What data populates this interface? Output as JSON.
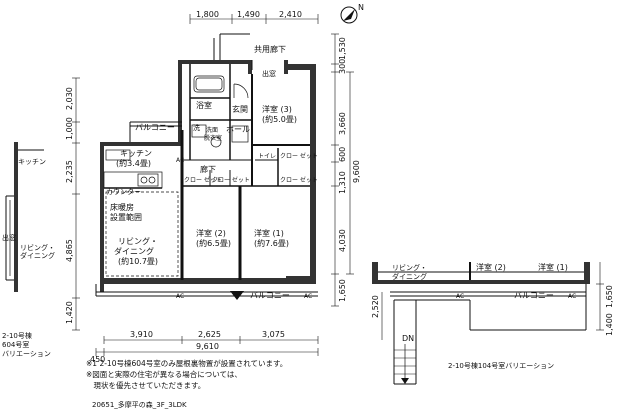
{
  "compass": {
    "label": "N"
  },
  "dims_top": [
    "1,800",
    "1,490",
    "2,410"
  ],
  "dims_left": [
    "2,030",
    "1,000",
    "2,235",
    "4,865",
    "1,420"
  ],
  "dims_right": [
    "1,530",
    "300",
    "3,660",
    "600",
    "1,310",
    "9,600",
    "4,030",
    "1,650"
  ],
  "dims_bottom": {
    "parts": [
      "3,910",
      "2,625",
      "3,075"
    ],
    "total": "9,610",
    "offset": "450"
  },
  "rooms": {
    "corridor_shared": "共用廊下",
    "meter_box": "出窓",
    "entrance": "玄関",
    "hall": "ホール",
    "bath": "浴室",
    "wash": "洗",
    "washroom_l1": "洗面",
    "washroom_l2": "脱衣室",
    "balcony_top": "バルコニー",
    "kitchen": "キッチン",
    "kitchen_size": "(約3.4畳)",
    "counter": "カウンター",
    "floor_heat_l1": "床暖房",
    "floor_heat_l2": "設置範囲",
    "ld_l1": "リビング・",
    "ld_l2": "ダイニング",
    "ld_size": "(約10.7畳)",
    "bed1": "洋室 (1)",
    "bed1_size": "(約7.6畳)",
    "bed2": "洋室 (2)",
    "bed2_size": "(約6.5畳)",
    "bed3": "洋室 (3)",
    "bed3_size": "(約5.0畳)",
    "hallway": "廊下",
    "closet": "クロー\nゼット",
    "toilet": "トイレ",
    "balcony": "バルコニー",
    "ac": "AC"
  },
  "variation_left": {
    "kitchen": "キッチン",
    "window": "出窓",
    "ld_l1": "リビング・",
    "ld_l2": "ダイニング",
    "caption_l1": "2-10号棟",
    "caption_l2": "604号室",
    "caption_l3": "バリエーション"
  },
  "variation_right": {
    "ld_l1": "リビング・",
    "ld_l2": "ダイニング",
    "bed2": "洋室 (2)",
    "bed1": "洋室 (1)",
    "balcony": "バルコニー",
    "dn": "DN",
    "dims": [
      "1,650",
      "2,520",
      "1,400"
    ],
    "caption": "2-10号棟104号室バリエーション"
  },
  "notes": [
    "※1 2-10号棟604号室のみ屋根裏物置が設置されています。",
    "※図面と実際の住宅が異なる場合については、",
    "　現状を優先させていただきます。"
  ],
  "code": "20651_多摩平の森_3F_3LDK"
}
